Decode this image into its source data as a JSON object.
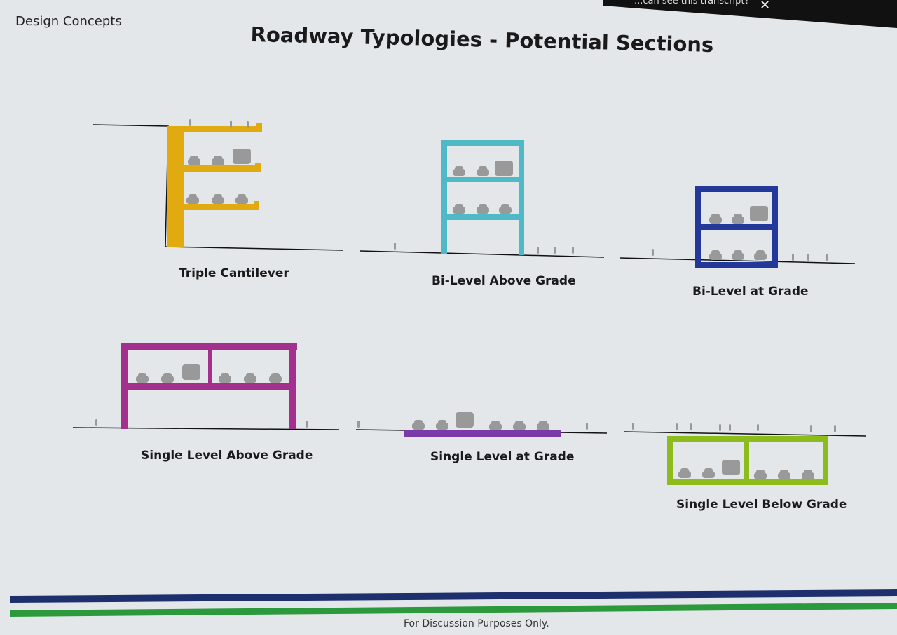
{
  "overlay": {
    "transcript_prompt": "...can see this transcript?",
    "close_icon": "close-icon"
  },
  "slide": {
    "section_label": "Design Concepts",
    "title": "Roadway Typologies - Potential Sections",
    "footer": "For Discussion Purposes Only.",
    "colors": {
      "triple_cantilever": "#e0aa10",
      "bi_level_above": "#4fb9c6",
      "bi_level_at_grade": "#22389a",
      "single_above": "#a2308c",
      "single_at_grade": "#7a3aa8",
      "single_below": "#8cbc1c",
      "bar_navy": "#1d2f6c",
      "bar_green": "#2c9a3c"
    },
    "sections": [
      {
        "label": "Triple Cantilever"
      },
      {
        "label": "Bi-Level Above Grade"
      },
      {
        "label": "Bi-Level at Grade"
      },
      {
        "label": "Single Level Above Grade"
      },
      {
        "label": "Single Level at Grade"
      },
      {
        "label": "Single Level Below Grade"
      }
    ]
  }
}
